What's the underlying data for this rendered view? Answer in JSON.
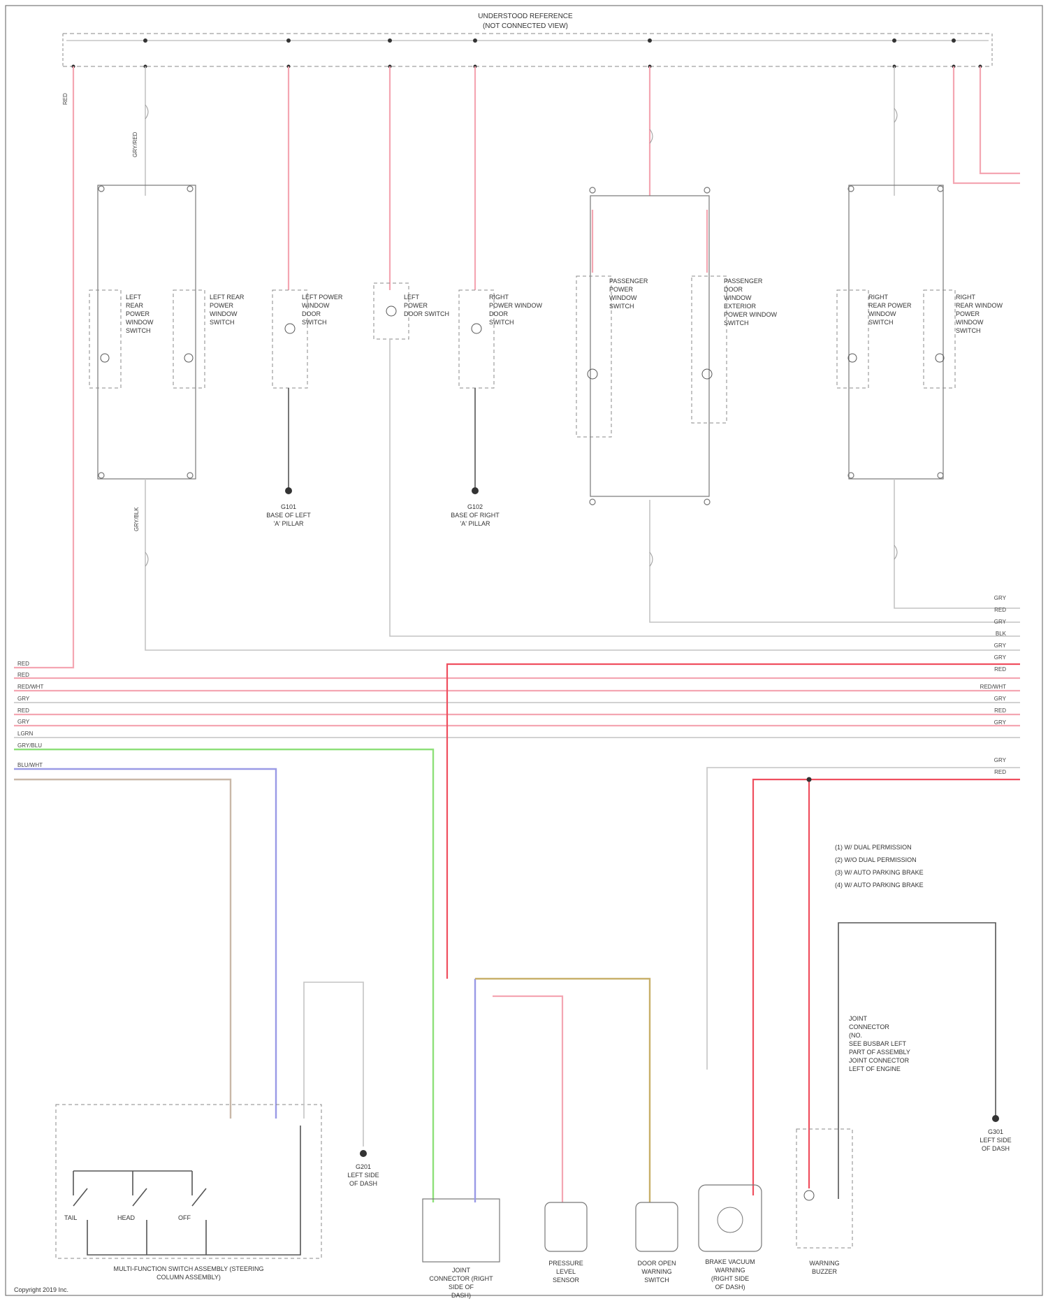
{
  "diagram": {
    "header_title": [
      "UNDERSTOOD REFERENCE",
      "(NOT CONNECTED VIEW)"
    ],
    "upper_switches": [
      {
        "id": "sw1",
        "label": [
          "LEFT",
          "REAR",
          "POWER",
          "WINDOW",
          "SWITCH"
        ]
      },
      {
        "id": "sw2",
        "label": [
          "LEFT REAR",
          "POWER",
          "WINDOW",
          "SWITCH"
        ]
      },
      {
        "id": "sw3",
        "label": [
          "LEFT POWER",
          "WINDOW",
          "DOOR",
          "SWITCH"
        ]
      },
      {
        "id": "sw4",
        "label": [
          "LEFT",
          "POWER",
          "DOOR SWITCH"
        ]
      },
      {
        "id": "sw5",
        "label": [
          "RIGHT",
          "POWER WINDOW",
          "DOOR",
          "SWITCH"
        ]
      },
      {
        "id": "sw6",
        "label": [
          "PASSENGER",
          "POWER",
          "WINDOW",
          "SWITCH"
        ]
      },
      {
        "id": "sw7",
        "label": [
          "PASSENGER",
          "DOOR",
          "WINDOW",
          "EXTERIOR",
          "POWER WINDOW",
          "SWITCH"
        ]
      },
      {
        "id": "sw8",
        "label": [
          "RIGHT",
          "REAR POWER",
          "WINDOW",
          "SWITCH"
        ]
      },
      {
        "id": "sw9",
        "label": [
          "RIGHT",
          "REAR WINDOW",
          "POWER",
          "WINDOW",
          "SWITCH"
        ]
      }
    ],
    "grounds_top": [
      {
        "id": "g1",
        "label": [
          "G101",
          "BASE OF LEFT",
          "'A' PILLAR"
        ]
      },
      {
        "id": "g2",
        "label": [
          "G102",
          "BASE OF RIGHT",
          "'A' PILLAR"
        ]
      }
    ],
    "bus_wires": [
      {
        "code": "RED",
        "color": "pink"
      },
      {
        "code": "RED",
        "color": "pink"
      },
      {
        "code": "RED/WHT",
        "color": "pink"
      },
      {
        "code": "GRY",
        "color": "gray"
      },
      {
        "code": "RED",
        "color": "pink"
      },
      {
        "code": "GRY",
        "color": "pink"
      },
      {
        "code": "LGRN",
        "color": "gray"
      },
      {
        "code": "GRY/BLU",
        "color": "green"
      },
      {
        "code": "BLU/WHT",
        "color": "blue"
      }
    ],
    "right_bus_labels": [
      "GRY",
      "RED",
      "GRY",
      "BLK",
      "GRY",
      "GRY",
      "RED",
      "RED/WHT",
      "GRY",
      "RED",
      "GRY",
      "GRY",
      "RED"
    ],
    "legend": [
      "(1) W/ DUAL PERMISSION",
      "(2) W/O DUAL PERMISSION",
      "(3) W/ AUTO PARKING BRAKE",
      "(4) W/ AUTO PARKING BRAKE"
    ],
    "lower_components": {
      "master_switch": [
        "MULTI-FUNCTION SWITCH ASSEMBLY (STEERING",
        "COLUMN ASSEMBLY)"
      ],
      "switch_labels": [
        "TAIL",
        "HEAD",
        "OFF"
      ],
      "ground_left": [
        "G201",
        "LEFT SIDE",
        "OF DASH"
      ],
      "joint_connector": [
        "JOINT",
        "CONNECTOR (RIGHT",
        "SIDE OF",
        "DASH)"
      ],
      "pressure_sensor": [
        "PRESSURE",
        "LEVEL",
        "SENSOR"
      ],
      "door_switch": [
        "DOOR OPEN",
        "WARNING",
        "SWITCH"
      ],
      "brake_relay": [
        "BRAKE VACUUM",
        "WARNING",
        "(RIGHT SIDE",
        "OF DASH)"
      ],
      "warning_buzzer": [
        "WARNING",
        "BUZZER"
      ],
      "joint_note": [
        "JOINT",
        "CONNECTOR",
        "(NO.",
        "SEE BUSBAR LEFT",
        "PART OF ASSEMBLY",
        "JOINT CONNECTOR",
        "LEFT OF ENGINE"
      ],
      "ground_right": [
        "G301",
        "LEFT SIDE",
        "OF DASH"
      ]
    },
    "footer": "Copyright 2019 Inc."
  }
}
